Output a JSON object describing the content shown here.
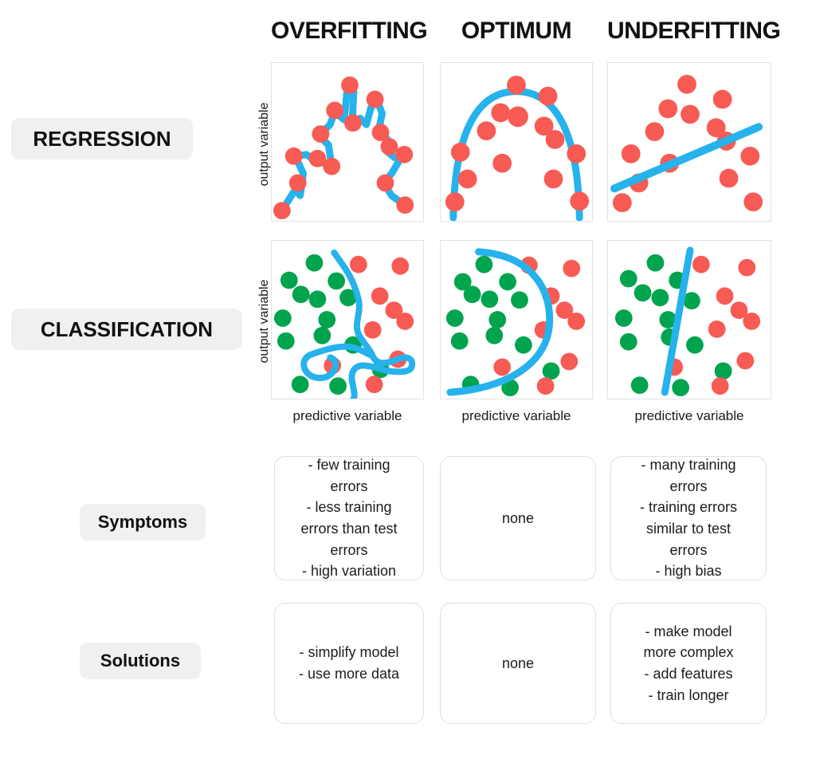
{
  "columns": [
    {
      "key": "overfitting",
      "label": "OVERFITTING"
    },
    {
      "key": "optimum",
      "label": "OPTIMUM"
    },
    {
      "key": "underfitting",
      "label": "UNDERFITTING"
    }
  ],
  "rows": {
    "regression": {
      "label": "REGRESSION"
    },
    "classification": {
      "label": "CLASSIFICATION"
    },
    "symptoms": {
      "label": "Symptoms"
    },
    "solutions": {
      "label": "Solutions"
    }
  },
  "axes": {
    "y_label": "output variable",
    "x_label": "predictive variable"
  },
  "colors": {
    "red": "#F85A54",
    "green": "#00A44E",
    "blue": "#26B2EC",
    "pill_bg": "#F0F0F0",
    "card_border": "#E0E0E0",
    "panel_border": "#E3E3E3",
    "text": "#111111",
    "background": "#FFFFFF"
  },
  "symptoms": {
    "overfitting": "- few training\nerrors\n- less training\nerrors than test\nerrors\n- high variation",
    "optimum": "none",
    "underfitting": "- many training\nerrors\n- training errors\nsimilar to test\nerrors\n- high bias"
  },
  "solutions": {
    "overfitting": "- simplify model\n- use more data",
    "optimum": "none",
    "underfitting": "- make model\nmore complex\n- add features\n- train longer"
  },
  "chart_data": [
    {
      "id": "regression-overfitting",
      "type": "scatter",
      "title": "OVERFITTING",
      "row": "REGRESSION",
      "xlabel": "predictive variable",
      "ylabel": "output variable",
      "xlim": [
        0,
        192
      ],
      "ylim": [
        0,
        200
      ],
      "grid": false,
      "legend": "none",
      "series": [
        {
          "name": "data points",
          "color": "#F85A54",
          "marker": "circle",
          "points": [
            [
              13,
              187
            ],
            [
              33,
              152
            ],
            [
              28,
              118
            ],
            [
              58,
              119
            ],
            [
              74,
              131
            ],
            [
              62,
              90
            ],
            [
              80,
              61
            ],
            [
              99,
              28
            ],
            [
              104,
              75
            ],
            [
              130,
              45
            ],
            [
              138,
              91
            ],
            [
              149,
              104
            ],
            [
              168,
              117
            ],
            [
              144,
              151
            ],
            [
              171,
              177
            ],
            [
              97,
              187
            ]
          ]
        },
        {
          "name": "fitted model (wiggly, high variance)",
          "color": "#26B2EC",
          "shape": "wiggly-interpolating-curve"
        }
      ]
    },
    {
      "id": "regression-optimum",
      "type": "scatter",
      "title": "OPTIMUM",
      "row": "REGRESSION",
      "xlabel": "predictive variable",
      "ylabel": "output variable",
      "xlim": [
        0,
        192
      ],
      "ylim": [
        0,
        200
      ],
      "grid": false,
      "legend": "none",
      "series": [
        {
          "name": "data points",
          "color": "#F85A54",
          "marker": "circle",
          "points": [
            [
              96,
              28
            ],
            [
              136,
              41
            ],
            [
              76,
              62
            ],
            [
              98,
              67
            ],
            [
              58,
              85
            ],
            [
              131,
              79
            ],
            [
              145,
              96
            ],
            [
              25,
              112
            ],
            [
              172,
              114
            ],
            [
              78,
              126
            ],
            [
              34,
              146
            ],
            [
              143,
              146
            ],
            [
              18,
              175
            ],
            [
              175,
              174
            ]
          ]
        },
        {
          "name": "fitted model (quadratic arc)",
          "color": "#26B2EC",
          "shape": "downward-parabola"
        }
      ]
    },
    {
      "id": "regression-underfitting",
      "type": "scatter",
      "title": "UNDERFITTING",
      "row": "REGRESSION",
      "xlabel": "predictive variable",
      "ylabel": "output variable",
      "xlim": [
        0,
        206
      ],
      "ylim": [
        0,
        200
      ],
      "grid": false,
      "legend": "none",
      "series": [
        {
          "name": "data points",
          "color": "#F85A54",
          "marker": "circle",
          "points": [
            [
              98,
              27
            ],
            [
              140,
              45
            ],
            [
              74,
              57
            ],
            [
              100,
              64
            ],
            [
              58,
              86
            ],
            [
              135,
              81
            ],
            [
              28,
              114
            ],
            [
              147,
              98
            ],
            [
              76,
              126
            ],
            [
              175,
              116
            ],
            [
              38,
              151
            ],
            [
              150,
              145
            ],
            [
              18,
              176
            ],
            [
              180,
              174
            ]
          ]
        },
        {
          "name": "fitted model (straight line, high bias)",
          "color": "#26B2EC",
          "shape": "straight-line",
          "line": {
            "x1": 8,
            "y1": 158,
            "x2": 188,
            "y2": 82
          }
        }
      ]
    },
    {
      "id": "classification-overfitting",
      "type": "scatter",
      "title": "OVERFITTING",
      "row": "CLASSIFICATION",
      "xlabel": "predictive variable",
      "ylabel": "output variable",
      "xlim": [
        0,
        192
      ],
      "ylim": [
        0,
        200
      ],
      "grid": false,
      "legend": "none",
      "series": [
        {
          "name": "class A",
          "color": "#00A44E",
          "marker": "circle",
          "points": [
            [
              54,
              28
            ],
            [
              22,
              50
            ],
            [
              37,
              68
            ],
            [
              58,
              74
            ],
            [
              82,
              51
            ],
            [
              97,
              72
            ],
            [
              14,
              98
            ],
            [
              70,
              100
            ],
            [
              18,
              127
            ],
            [
              64,
              120
            ],
            [
              103,
              132
            ],
            [
              36,
              182
            ],
            [
              84,
              184
            ],
            [
              138,
              163
            ]
          ]
        },
        {
          "name": "class B",
          "color": "#F85A54",
          "marker": "circle",
          "points": [
            [
              110,
              30
            ],
            [
              163,
              32
            ],
            [
              137,
              70
            ],
            [
              155,
              88
            ],
            [
              169,
              102
            ],
            [
              128,
              113
            ],
            [
              160,
              150
            ],
            [
              77,
              158
            ],
            [
              130,
              182
            ]
          ]
        },
        {
          "name": "decision boundary (overly complex)",
          "color": "#26B2EC",
          "shape": "wiggly-boundary"
        }
      ]
    },
    {
      "id": "classification-optimum",
      "type": "scatter",
      "title": "OPTIMUM",
      "row": "CLASSIFICATION",
      "xlabel": "predictive variable",
      "ylabel": "output variable",
      "xlim": [
        0,
        192
      ],
      "ylim": [
        0,
        200
      ],
      "grid": false,
      "legend": "none",
      "series": [
        {
          "name": "class A",
          "color": "#00A44E",
          "marker": "circle",
          "points": [
            [
              55,
              30
            ],
            [
              28,
              52
            ],
            [
              40,
              68
            ],
            [
              62,
              74
            ],
            [
              85,
              52
            ],
            [
              100,
              75
            ],
            [
              18,
              98
            ],
            [
              72,
              100
            ],
            [
              24,
              127
            ],
            [
              68,
              120
            ],
            [
              105,
              132
            ],
            [
              38,
              182
            ],
            [
              88,
              186
            ],
            [
              140,
              165
            ]
          ]
        },
        {
          "name": "class B",
          "color": "#F85A54",
          "marker": "circle",
          "points": [
            [
              112,
              31
            ],
            [
              166,
              35
            ],
            [
              140,
              70
            ],
            [
              157,
              88
            ],
            [
              172,
              102
            ],
            [
              130,
              113
            ],
            [
              163,
              153
            ],
            [
              78,
              160
            ],
            [
              133,
              184
            ]
          ]
        },
        {
          "name": "decision boundary (smooth arc)",
          "color": "#26B2EC",
          "shape": "c-shaped-arc"
        }
      ]
    },
    {
      "id": "classification-underfitting",
      "type": "scatter",
      "title": "UNDERFITTING",
      "row": "CLASSIFICATION",
      "xlabel": "predictive variable",
      "ylabel": "output variable",
      "xlim": [
        0,
        206
      ],
      "ylim": [
        0,
        200
      ],
      "grid": false,
      "legend": "none",
      "series": [
        {
          "name": "class A",
          "color": "#00A44E",
          "marker": "circle",
          "points": [
            [
              60,
              28
            ],
            [
              26,
              48
            ],
            [
              44,
              66
            ],
            [
              66,
              72
            ],
            [
              88,
              50
            ],
            [
              106,
              76
            ],
            [
              20,
              98
            ],
            [
              76,
              100
            ],
            [
              26,
              128
            ],
            [
              78,
              122
            ],
            [
              110,
              132
            ],
            [
              40,
              183
            ],
            [
              92,
              186
            ],
            [
              146,
              165
            ]
          ]
        },
        {
          "name": "class B",
          "color": "#F85A54",
          "marker": "circle",
          "points": [
            [
              118,
              30
            ],
            [
              176,
              34
            ],
            [
              148,
              70
            ],
            [
              166,
              88
            ],
            [
              182,
              102
            ],
            [
              138,
              112
            ],
            [
              174,
              152
            ],
            [
              84,
              160
            ],
            [
              142,
              184
            ]
          ]
        },
        {
          "name": "decision boundary (straight line, high bias)",
          "color": "#26B2EC",
          "shape": "near-vertical-line",
          "line": {
            "x1": 104,
            "y1": 12,
            "x2": 72,
            "y2": 192
          }
        }
      ]
    }
  ]
}
